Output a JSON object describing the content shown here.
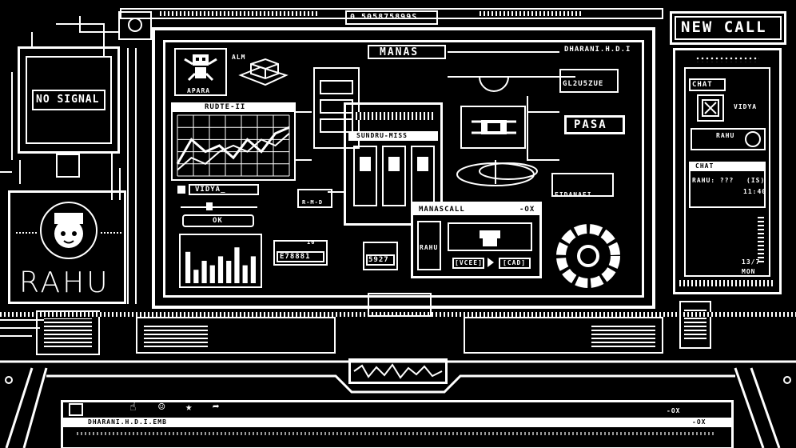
{
  "header": {
    "readout": "0.505875899S",
    "new_call": "NEW CALL"
  },
  "left_monitor": {
    "status": "NO SIGNAL",
    "contact_name": "RAHU"
  },
  "main": {
    "title": "MANAS",
    "brand": "DHARANI.H.D.I",
    "apara_label": "APARA",
    "alm_label": "ALM",
    "chart_title": "RUDTE-II",
    "vidya_field": "VIDYA_",
    "ok_button": "OK",
    "code_readout": "GL2U5ZUE",
    "pasa_label": "PASA",
    "sundru_title": "SUNDRU-MISS",
    "rmd_label": "R-M-D",
    "counter_a": "E78881",
    "counter_a_small": "16",
    "counter_b": "5927",
    "ribbon_label": "EIDANAEI"
  },
  "manascall": {
    "title": "MANASCALL",
    "close_label": "-OX",
    "caller": "RAHU",
    "decline_label": "[VCEE]",
    "accept_label": "[CAD]"
  },
  "chat": {
    "header": "CHAT",
    "contact": "VIDYA",
    "contact2": "RAHU",
    "panel_title": "CHAT",
    "message": "RAHU: ???",
    "message_tag": "(IS)",
    "time": "11:40",
    "footer_left": "13/7",
    "footer_right": "MON"
  },
  "bottom": {
    "path": "DHARANI.H.D.I.EMB",
    "window_controls": "-OX",
    "window_controls2": "-OX"
  },
  "icons": [
    "thumb-icon",
    "smile-icon",
    "star-icon",
    "share-icon"
  ],
  "chart_data": {
    "type": "line",
    "title": "RUDTE-II",
    "x": [
      0,
      1,
      2,
      3,
      4,
      5,
      6,
      7,
      8
    ],
    "series": [
      {
        "values": [
          2,
          6,
          4,
          5,
          3,
          6,
          4,
          7,
          8
        ]
      },
      {
        "values": [
          1,
          3,
          2,
          4,
          5,
          4,
          6,
          5,
          7
        ]
      }
    ],
    "ylim": [
      0,
      10
    ]
  },
  "bar_data": {
    "type": "bar",
    "values": [
      7,
      3,
      5,
      4,
      6,
      5,
      8,
      4,
      6
    ]
  }
}
